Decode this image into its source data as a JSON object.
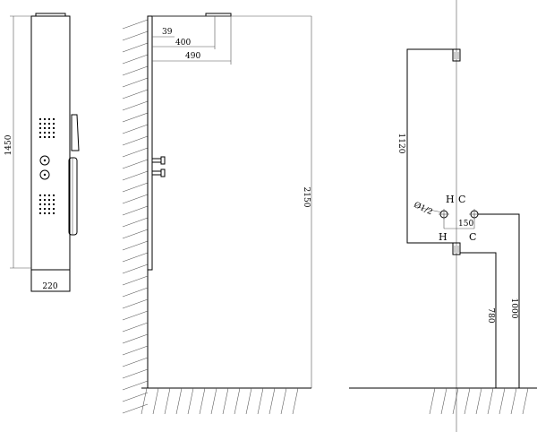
{
  "panel_view": {
    "height_dim": "1450",
    "width_dim": "220"
  },
  "side_view": {
    "dim_39": "39",
    "dim_400": "400",
    "dim_490": "490",
    "dim_height": "2150"
  },
  "plumbing_view": {
    "dim_1120": "1120",
    "dim_150": "150",
    "dim_780": "780",
    "dim_1000": "1000",
    "thread_label": "Ø1/2",
    "hot_top": "H",
    "cold_top": "C",
    "hot_bottom": "H",
    "cold_bottom": "C"
  }
}
